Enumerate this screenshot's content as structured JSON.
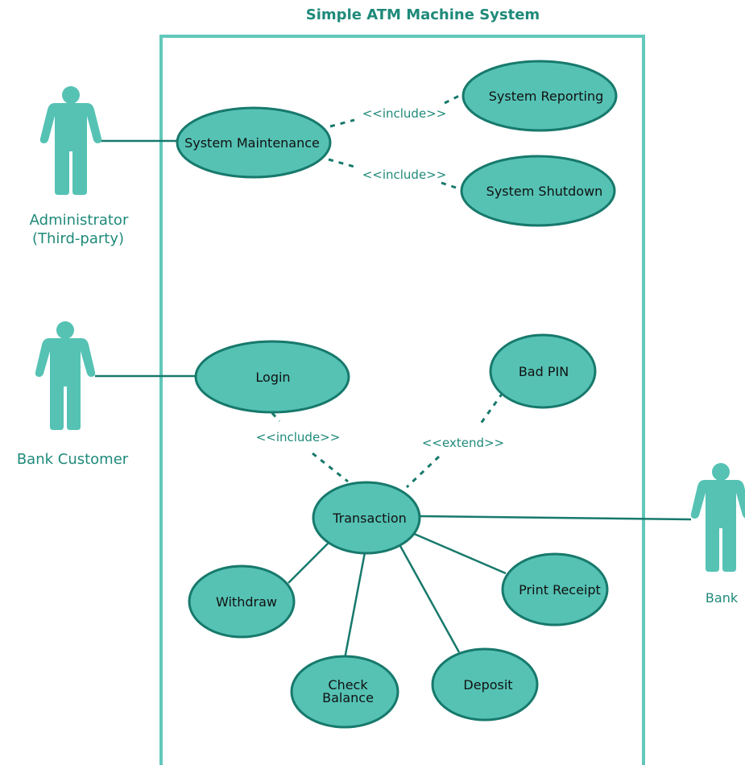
{
  "diagram": {
    "title": "Simple ATM Machine System",
    "colors": {
      "use_case_fill": "#55c2b4",
      "use_case_stroke": "#17796c",
      "boundary": "#62c8bb",
      "actor": "#55c2b4",
      "label_text": "#1f8a7a"
    },
    "actors": {
      "administrator_line1": "Administrator",
      "administrator_line2": "(Third-party)",
      "bank_customer": "Bank Customer",
      "bank": "Bank"
    },
    "use_cases": {
      "system_maintenance": "System Maintenance",
      "system_reporting": "System Reporting",
      "system_shutdown": "System Shutdown",
      "login": "Login",
      "bad_pin": "Bad PIN",
      "transaction": "Transaction",
      "withdraw": "Withdraw",
      "check_balance_line1": "Check",
      "check_balance_line2": "Balance",
      "deposit": "Deposit",
      "print_receipt": "Print Receipt"
    },
    "relations": {
      "include_reporting": "<<include>>",
      "include_shutdown": "<<include>>",
      "include_login": "<<include>>",
      "extend_bad_pin": "<<extend>>"
    }
  }
}
